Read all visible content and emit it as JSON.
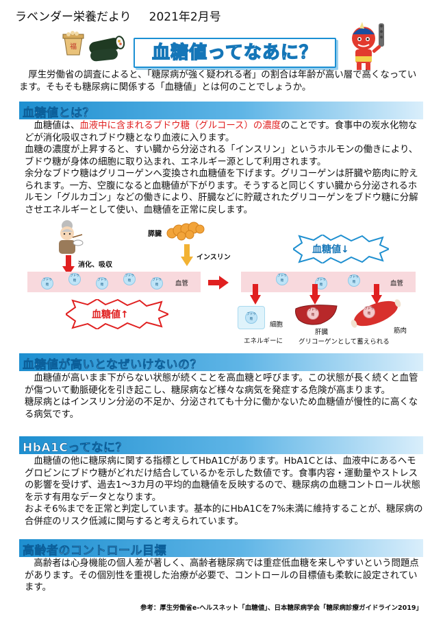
{
  "header": {
    "newsletter": "ラベンダー栄養だより",
    "date": "2021年2月号"
  },
  "title": "血糖値ってなあに？",
  "intro": "厚生労働省の調査によると、「糖尿病が強く疑われる者」の割合は年齢が高い層で高くなっています。そもそも糖尿病に関係する「血糖値」とは何のことでしょうか。",
  "sections": [
    {
      "heading": "血糖値とは？",
      "p1_before": "血糖値は、",
      "p1_highlight": "血液中に含まれるブドウ糖（グルコース）の濃度",
      "p1_after": "のことです。食事中の炭水化物などが消化吸収されブドウ糖となり血液に入ります。",
      "p2": "血糖の濃度が上昇すると、すい臓から分泌される「インスリン」というホルモンの働きにより、ブドウ糖が身体の細胞に取り込まれ、エネルギー源として利用されます。",
      "p3": "余分なブドウ糖はグリコーゲンへ変換され血糖値を下げます。グリコーゲンは肝臓や筋肉に貯えられます。一方、空腹になると血糖値が下がります。そうすると同じくすい臓から分泌されるホルモン「グルカゴン」などの働きにより、肝臓などに貯蔵されたグリコーゲンをブドウ糖に分解させエネルギーとして使い、血糖値を正常に戻します。"
    },
    {
      "heading": "血糖値が高いとなぜいけないの？",
      "p1": "血糖値が高いまま下がらない状態が続くことを高血糖と呼びます。この状態が長く続くと血管が傷ついて動脈硬化を引き起こし、糖尿病など様々な病気を発症する危険が高まります。",
      "p2": "糖尿病とはインスリン分泌の不足か、分泌されても十分に働かないため血糖値が慢性的に高くなる病気です。"
    },
    {
      "heading": "HbA1Cってなに？",
      "p1": "血糖値の他に糖尿病に関する指標としてHbA1Cがあります。HbA1Cとは、血液中にあるヘモグロビンにブドウ糖がどれだけ結合しているかを示した数値です。食事内容・運動量やストレスの影響を受けず、過去1～3カ月の平均的血糖値を反映するので、糖尿病の血糖コントロール状態を示す有用なデータとなります。",
      "p2": "およそ6%までを正常と判定しています。基本的にHbA1Cを7%未満に維持することが、糖尿病の合併症のリスク低減に関与すると考えられています。"
    },
    {
      "heading": "高齢者のコントロール目標",
      "p1": "高齢者は心身機能の個人差が著しく、高齢者糖尿病では重症低血糖を来しやすいという問題点があります。その個別性を重視した治療が必要で、コントロールの目標値も柔軟に設定されています。"
    }
  ],
  "diagram": {
    "pancreas": "膵臓",
    "digestion": "消化、吸収",
    "insulin": "インスリン",
    "vessel_left": "血管",
    "vessel_right": "血管",
    "glucose_up": "血糖値↑",
    "glucose_down": "血糖値↓",
    "cell": "細胞",
    "liver": "肝臓",
    "muscle": "筋肉",
    "energy": "エネルギーに",
    "glycogen": "グリコーゲンとして蓄えられる",
    "glucose_mark": "ブドウ糖"
  },
  "lucky_fortune_char": "福",
  "reference": "参考：厚生労働省e-ヘルスネット「血糖値」、日本糖尿病学会「糖尿病診療ガイドライン2019」",
  "colors": {
    "accent_blue": "#1e8fd0",
    "highlight_red": "#e02020"
  }
}
